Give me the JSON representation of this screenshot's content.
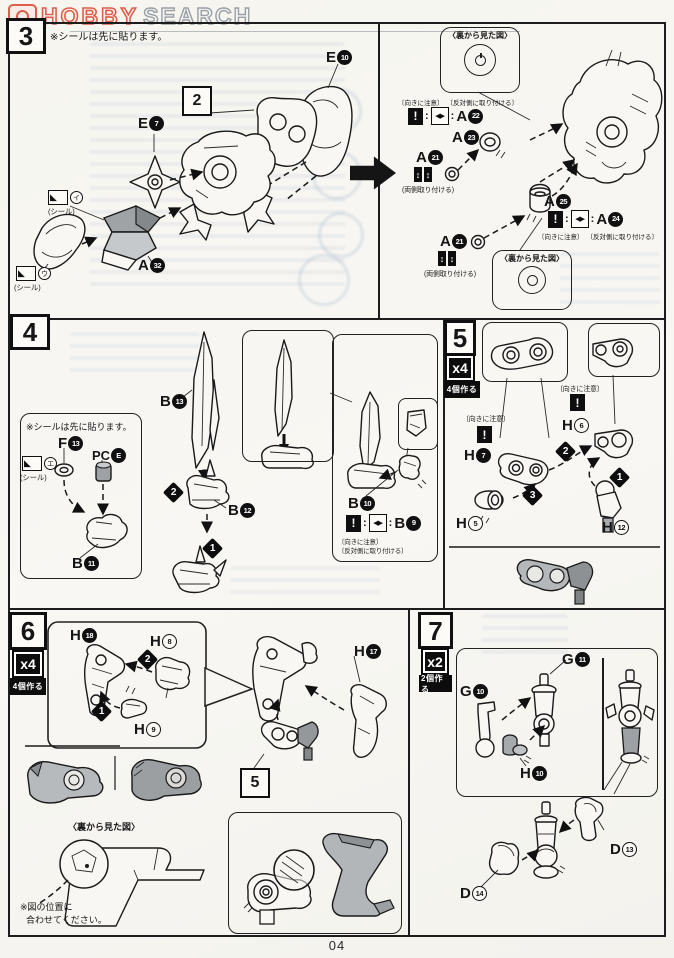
{
  "watermark": {
    "brand_left": "HOBBY",
    "brand_right": "SEARCH"
  },
  "page_number": "04",
  "icons": {
    "caution": "!",
    "opposite": "◀▶",
    "updown": "↕",
    "sticker": "◣"
  },
  "common": {
    "back_view": "〈裏から見た図〉",
    "caution": "〔向きに注意〕",
    "opposite": "〔反対側に取り付ける〕",
    "both_sides": "(両側取り付ける)",
    "sticker": "(シール)",
    "sticker_note": "※シールは先に貼ります。",
    "colon": ":"
  },
  "steps": {
    "s3": {
      "number": "3",
      "ref_label": "2",
      "marks": [
        {
          "kana": "イ"
        },
        {
          "kana": "ウ"
        }
      ],
      "parts": {
        "e10": {
          "letter": "E",
          "num": "10"
        },
        "e7": {
          "letter": "E",
          "num": "7"
        },
        "a32": {
          "letter": "A",
          "num": "32"
        },
        "a22": {
          "letter": "A",
          "num": "22"
        },
        "a23": {
          "letter": "A",
          "num": "23"
        },
        "a21a": {
          "letter": "A",
          "num": "21"
        },
        "a21b": {
          "letter": "A",
          "num": "21"
        },
        "a25": {
          "letter": "A",
          "num": "25"
        },
        "a24": {
          "letter": "A",
          "num": "24"
        }
      }
    },
    "s4": {
      "number": "4",
      "sticker_kana": "エ",
      "order": [
        "1",
        "2"
      ],
      "parts": {
        "b13": {
          "letter": "B",
          "num": "13"
        },
        "f13": {
          "letter": "F",
          "num": "13"
        },
        "pce": {
          "letter": "PC",
          "num": "E"
        },
        "b11": {
          "letter": "B",
          "num": "11"
        },
        "b12": {
          "letter": "B",
          "num": "12"
        },
        "b10": {
          "letter": "B",
          "num": "10"
        },
        "b9": {
          "letter": "B",
          "num": "9"
        }
      }
    },
    "s5": {
      "number": "5",
      "multiplier": "x4",
      "make_note": "4個作る",
      "order": [
        "1",
        "2",
        "3"
      ],
      "parts": {
        "h7": {
          "letter": "H",
          "num": "7"
        },
        "h6": {
          "letter": "H",
          "num": "6"
        },
        "h5": {
          "letter": "H",
          "num": "5"
        },
        "h12": {
          "letter": "H",
          "num": "12"
        }
      }
    },
    "s6": {
      "number": "6",
      "multiplier": "x4",
      "make_note": "4個作る",
      "ref_label": "5",
      "order": [
        "1",
        "2"
      ],
      "align_note_1": "※図の位置に",
      "align_note_2": "合わせてください。",
      "parts": {
        "h18": {
          "letter": "H",
          "num": "18"
        },
        "h8": {
          "letter": "H",
          "num": "8"
        },
        "h9": {
          "letter": "H",
          "num": "9"
        },
        "h17": {
          "letter": "H",
          "num": "17"
        }
      }
    },
    "s7": {
      "number": "7",
      "multiplier": "x2",
      "make_note": "2個作る",
      "parts": {
        "g10": {
          "letter": "G",
          "num": "10"
        },
        "g11": {
          "letter": "G",
          "num": "11"
        },
        "h10": {
          "letter": "H",
          "num": "10"
        },
        "d13": {
          "letter": "D",
          "num": "13"
        },
        "d14": {
          "letter": "D",
          "num": "14"
        }
      }
    }
  }
}
